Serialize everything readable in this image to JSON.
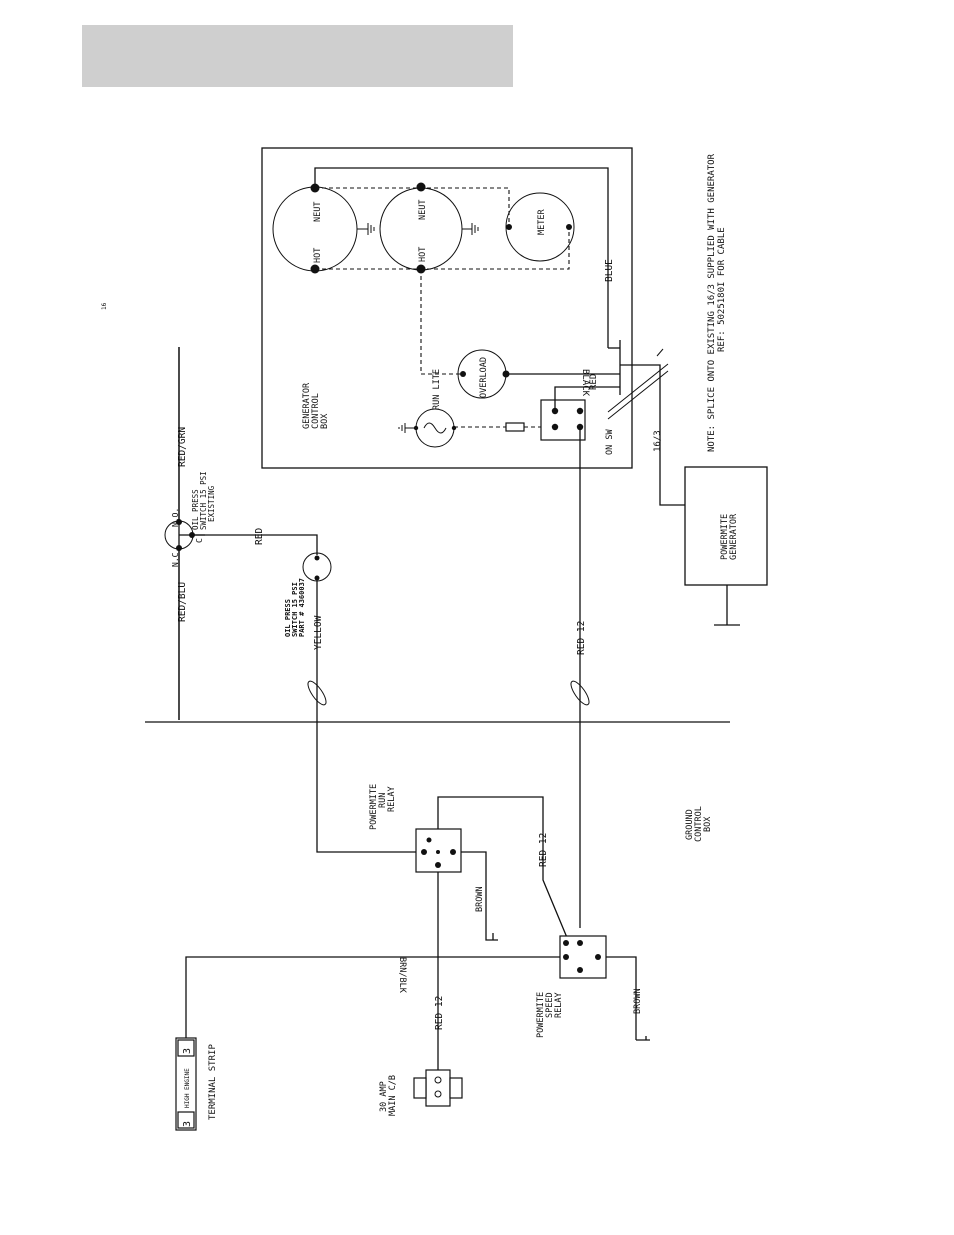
{
  "labels": {
    "red_blu": "RED/BLU",
    "red_grn": "RED/GRN",
    "nc": "N.C.",
    "no": "N.O.",
    "c": "C",
    "oil_switch_existing_1": "OIL PRESS",
    "oil_switch_existing_2": "SWITCH 15 PSI",
    "oil_switch_existing_3": "EXISTING",
    "red_wire": "RED",
    "oil_switch_new_1": "OIL PRESS",
    "oil_switch_new_2": "SWITCH 15 PSI",
    "oil_switch_new_3": "PART # 4360037",
    "yellow": "YELLOW",
    "red12_top": "RED 12",
    "red12_mid": "RED 12",
    "red12_bottom": "RED 12",
    "gen_box_1": "GENERATOR",
    "gen_box_2": "CONTROL",
    "gen_box_3": "BOX",
    "run_lite": "RUN LITE",
    "overload": "OVERLOAD",
    "on_sw": "ON SW",
    "hot_1": "HOT",
    "neut_1": "NEUT",
    "hot_2": "HOT",
    "neut_2": "NEUT",
    "meter": "METER",
    "blue": "BLUE",
    "black": "BLACK",
    "red_small": "RED",
    "cable_163": "16/3",
    "note_1": "NOTE: SPLICE ONTO EXISTING 16/3 SUPPLIED WITH GENERATOR",
    "note_2": "REF: 5025180I FOR CABLE",
    "generator_1": "POWERMITE",
    "generator_2": "GENERATOR",
    "run_relay_1": "POWERMITE",
    "run_relay_2": "RUN",
    "run_relay_3": "RELAY",
    "speed_relay_1": "POWERMITE",
    "speed_relay_2": "SPEED",
    "speed_relay_3": "RELAY",
    "ground_box_1": "GROUND",
    "ground_box_2": "CONTROL",
    "ground_box_3": "BOX",
    "brown_1": "BROWN",
    "brown_2": "BROWN",
    "brn_blk": "BRN/BLK",
    "terminal_num_left": "3",
    "terminal_num_right": "3",
    "high_engine": "HIGH ENGINE",
    "terminal_strip": "TERMINAL STRIP",
    "cb_1": "30 AMP",
    "cb_2": "MAIN C/B",
    "page_mark": "16"
  }
}
